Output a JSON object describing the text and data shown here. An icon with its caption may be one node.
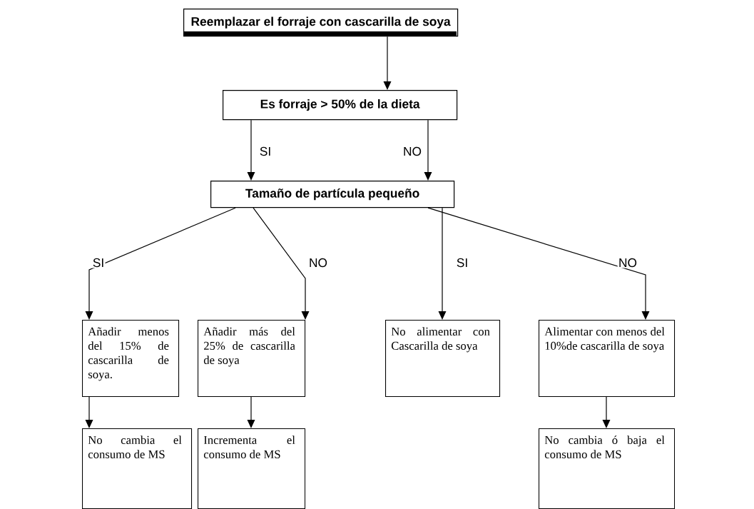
{
  "diagram": {
    "nodes": [
      {
        "text": [
          "Reemplazar el forraje con cascarilla de soya"
        ]
      },
      {
        "text": [
          "Es forraje > 50% de la dieta"
        ]
      },
      {
        "text": [
          "Tamaño de partícula pequeño"
        ]
      },
      {
        "text": [
          "Añadir menos del 15% de cascarilla de soya."
        ]
      },
      {
        "text": [
          "Añadir más del 25% de cascarilla de soya"
        ]
      },
      {
        "text": [
          "No alimentar con Cascarilla de soya"
        ]
      },
      {
        "text": [
          "Alimentar con menos del 10%de cascarilla de soya"
        ]
      },
      {
        "text": [
          "No cambia el consumo de MS"
        ]
      },
      {
        "text": [
          "Incrementa el consumo de MS"
        ]
      },
      {
        "text": [
          "No cambia ó baja el consumo de MS"
        ]
      }
    ],
    "edges": [
      {
        "from": 0,
        "to": 1,
        "arrow": "to"
      },
      {
        "from": 1,
        "to": 2,
        "arrow": "to",
        "label": "SI"
      },
      {
        "from": 1,
        "to": 2,
        "arrow": "to",
        "label": "NO"
      },
      {
        "from": 2,
        "to": 3,
        "arrow": "to",
        "label": "SI"
      },
      {
        "from": 2,
        "to": 4,
        "arrow": "to",
        "label": "NO"
      },
      {
        "from": 2,
        "to": 5,
        "arrow": "to",
        "label": "SI"
      },
      {
        "from": 2,
        "to": 6,
        "arrow": "to",
        "label": "NO"
      },
      {
        "from": 3,
        "to": 7,
        "arrow": "to"
      },
      {
        "from": 4,
        "to": 8,
        "arrow": "to"
      },
      {
        "from": 6,
        "to": 9,
        "arrow": "to"
      }
    ]
  }
}
